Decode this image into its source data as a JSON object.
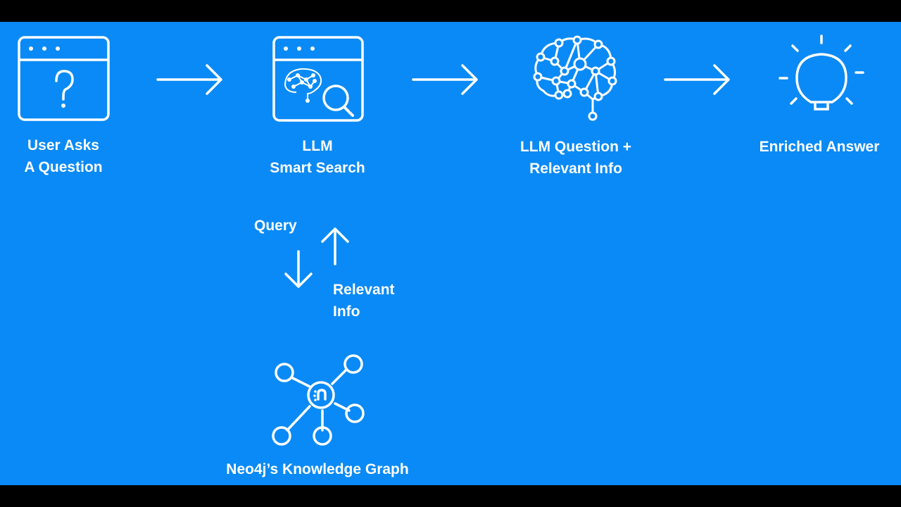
{
  "colors": {
    "background": "#0A8AF6",
    "frame": "#000000",
    "foreground": "#FFFFFF"
  },
  "steps": [
    {
      "icon": "question-window-icon",
      "lines": [
        "User Asks",
        "A Question"
      ]
    },
    {
      "icon": "brain-search-window-icon",
      "lines": [
        "LLM",
        "Smart Search"
      ]
    },
    {
      "icon": "neural-brain-icon",
      "lines": [
        "LLM Question +",
        "Relevant Info"
      ]
    },
    {
      "icon": "lightbulb-icon",
      "lines": [
        "Enriched Answer"
      ]
    }
  ],
  "query_label": "Query",
  "relevant_label": [
    "Relevant",
    "Info"
  ],
  "graph": {
    "icon": "knowledge-graph-icon",
    "label": "Neo4j’s Knowledge Graph"
  }
}
